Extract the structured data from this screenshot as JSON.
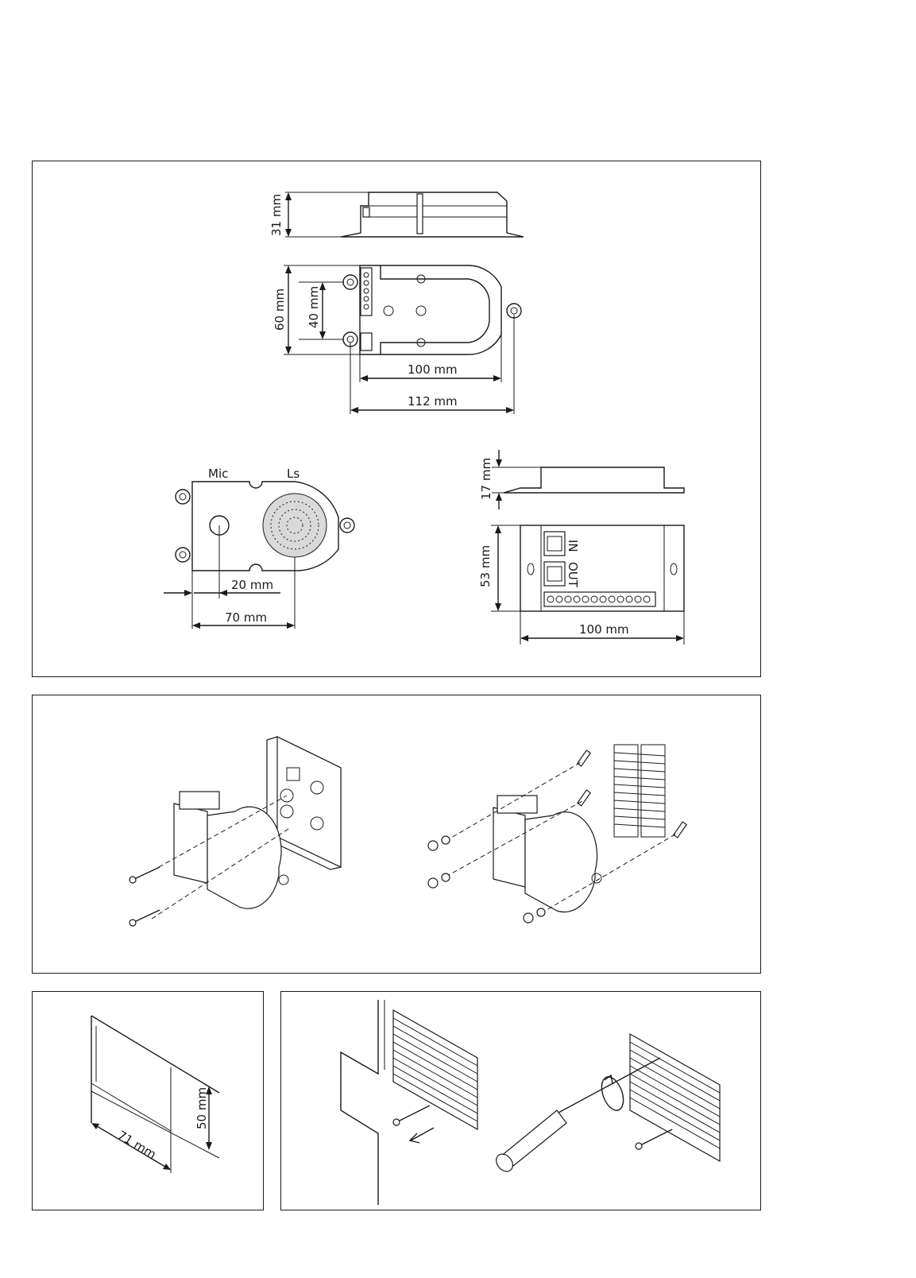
{
  "dimensions": {
    "d31": "31 mm",
    "d60": "60 mm",
    "d40": "40 mm",
    "d100a": "100 mm",
    "d112": "112 mm",
    "mic": "Mic",
    "ls": "Ls",
    "d20": "20 mm",
    "d70": "70 mm",
    "d17": "17 mm",
    "d53": "53 mm",
    "in": "IN",
    "out": "OUT",
    "d100b": "100 mm",
    "d50": "50 mm",
    "d71": "71 mm"
  },
  "icons": {
    "screw": "screw-icon",
    "nut": "nut-icon",
    "screwdriver": "screwdriver-icon",
    "arrow": "arrow-icon",
    "rotate": "rotate-icon"
  }
}
